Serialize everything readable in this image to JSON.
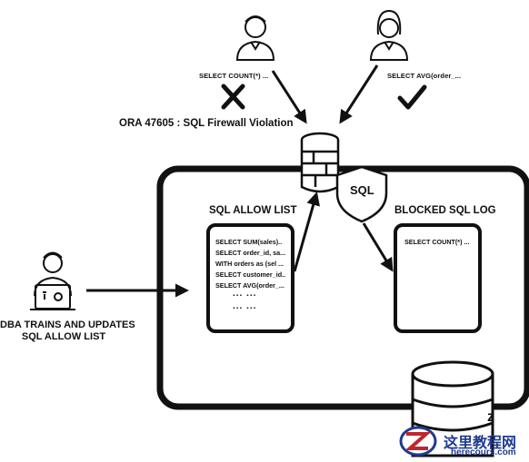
{
  "users": {
    "left_query": "SELECT COUNT(*) ...",
    "right_query": "SELECT AVG(order_..."
  },
  "violation": "ORA 47605 : SQL Firewall Violation",
  "shield_label": "SQL",
  "allow_list": {
    "title": "SQL ALLOW LIST",
    "entries": [
      "SELECT SUM(sales)..",
      "SELECT order_id, sa...",
      "WITH orders as (sel ...",
      "SELECT customer_id..",
      "SELECT AVG(order_..."
    ],
    "ellipsis": [
      "... ...",
      "... ..."
    ]
  },
  "blocked_log": {
    "title": "BLOCKED SQL LOG",
    "entries": [
      "SELECT COUNT(*) ..."
    ]
  },
  "dba": {
    "line1": "DBA TRAINS AND UPDATES",
    "line2": "SQL ALLOW LIST"
  },
  "watermark": {
    "cn": "这里教程网",
    "url": "herecours.com",
    "partial_logo": "z"
  },
  "colors": {
    "ink": "#111111",
    "background": "#ffffff",
    "watermark_blue": "#1f3b8f",
    "watermark_red": "#c0262c"
  }
}
